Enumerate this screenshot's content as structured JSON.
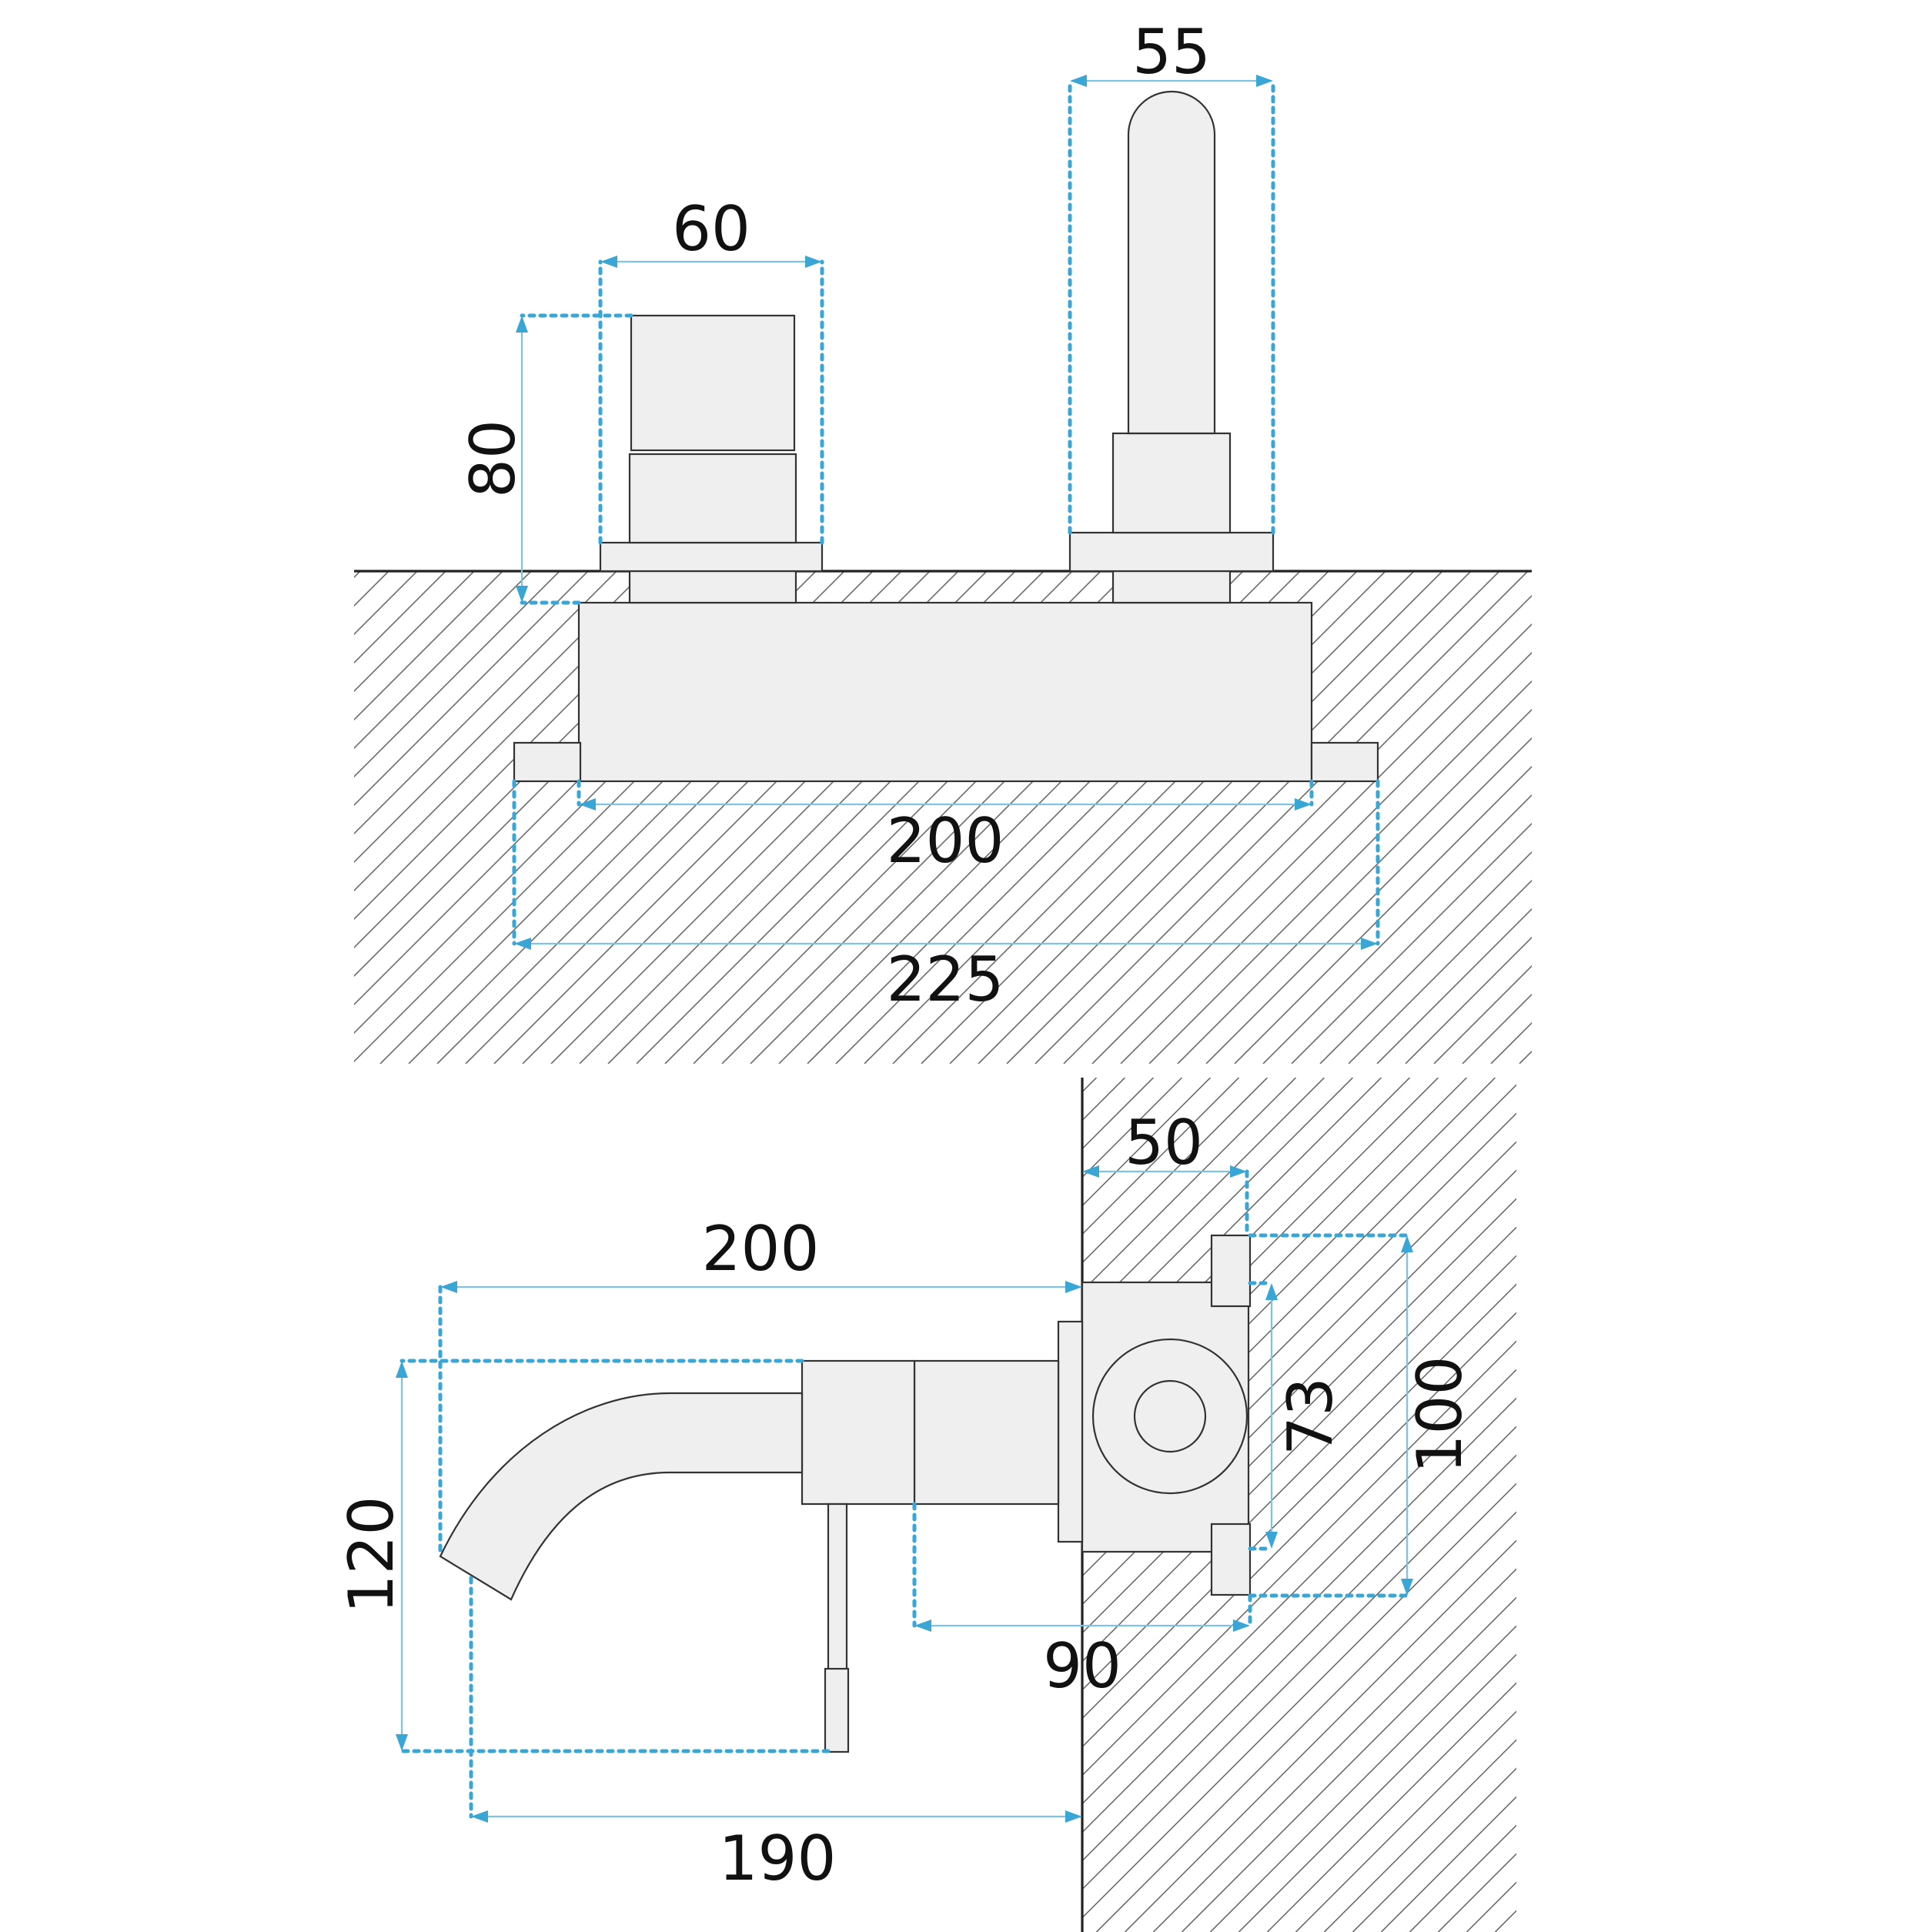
{
  "drawing": {
    "top_view": {
      "dimensions": {
        "handle_width": "60",
        "spout_width": "55",
        "handle_height": "80",
        "body_length": "200",
        "plate_length": "225"
      }
    },
    "side_view": {
      "dimensions": {
        "wall_depth": "50",
        "spout_reach": "200",
        "overall_height": "120",
        "inner_plate_height": "73",
        "plate_height": "100",
        "body_depth": "90",
        "outlet_reach": "190"
      }
    }
  }
}
